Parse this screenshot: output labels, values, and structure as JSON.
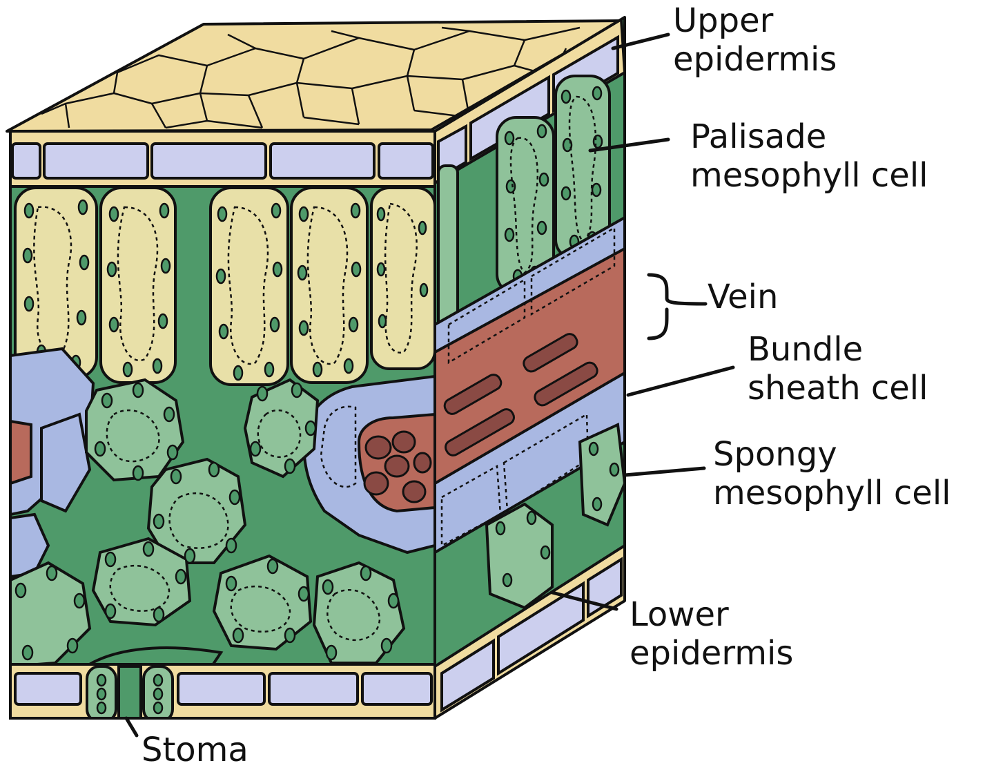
{
  "labels": {
    "upper_epidermis": {
      "line1": "Upper",
      "line2": "epidermis"
    },
    "palisade": {
      "line1": "Palisade",
      "line2": "mesophyll cell"
    },
    "vein": {
      "line1": "Vein"
    },
    "bundle_sheath": {
      "line1": "Bundle",
      "line2": "sheath cell"
    },
    "spongy": {
      "line1": "Spongy",
      "line2": "mesophyll cell"
    },
    "lower_epidermis": {
      "line1": "Lower",
      "line2": "epidermis"
    },
    "stoma": {
      "line1": "Stoma"
    }
  },
  "colors": {
    "epidermis_top": "#f0dca0",
    "epidermis_cell": "#cccfee",
    "palisade": "#e8e0a8",
    "mesophyll_green": "#4f9a6a",
    "spongy_cell": "#8fc29a",
    "bundle_sheath": "#a9b8e2",
    "xylem": "#b86a5c",
    "outline": "#111111"
  }
}
